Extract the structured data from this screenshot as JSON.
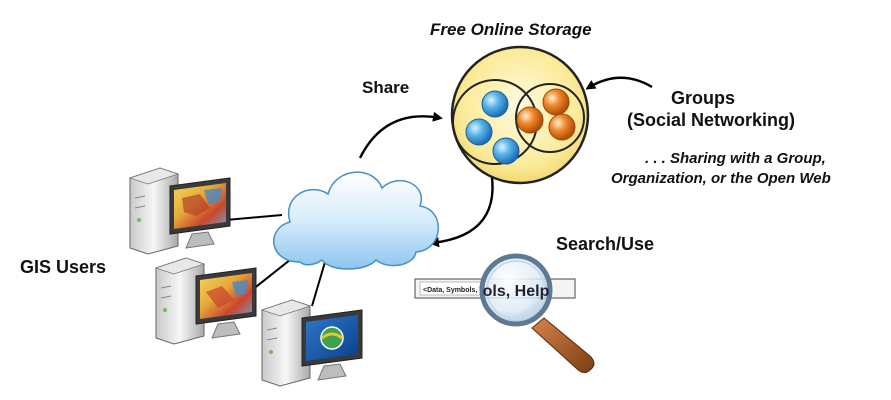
{
  "title": "Free Online Storage",
  "labels": {
    "share": "Share",
    "groups_line1": "Groups",
    "groups_line2": "(Social Networking)",
    "sharing_line1": ". . . Sharing with a Group,",
    "sharing_line2": "Organization, or the Open Web",
    "search_use": "Search/Use",
    "gis_users": "GIS Users"
  },
  "search_box": {
    "text": "<Data, Symbols, To",
    "magnified_text": "ols, Help"
  },
  "icons": [
    "cloud-icon",
    "computer-icon",
    "storage-circle-icon",
    "magnifier-icon"
  ]
}
